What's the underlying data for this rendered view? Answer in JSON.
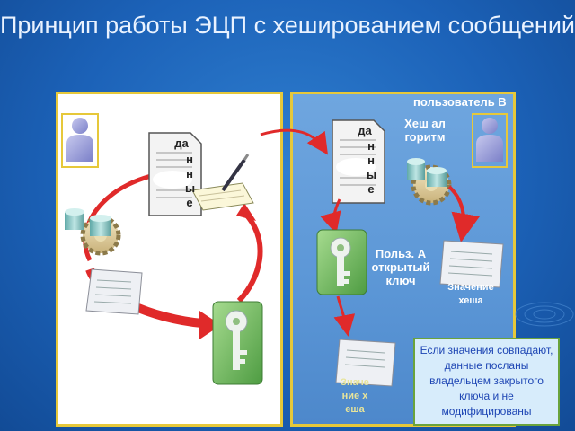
{
  "title": "Принцип работы ЭЦП с хешированием сообщений",
  "left_panel": {
    "doc_label_top": "да",
    "doc_label_vertical": "нные"
  },
  "right_panel": {
    "user_label": "пользователь В",
    "doc_label_top": "да",
    "doc_label_vertical": "нные",
    "hash_algorithm": "Хеш алгоритм",
    "public_key_label": "Польз. А открытый ключ",
    "hash_value_1": "Значение хеша",
    "hash_value_2": "Значение хеша"
  },
  "note": "Если значения совпадают, данные посланы владельцем закрытого ключа и не модифицированы",
  "colors": {
    "background": "#1c62b8",
    "panel_border": "#e6c83a",
    "arrow": "#e02a2a",
    "key_card": "#79c26a",
    "note_border": "#6aa33c",
    "note_text": "#1e46b4"
  }
}
